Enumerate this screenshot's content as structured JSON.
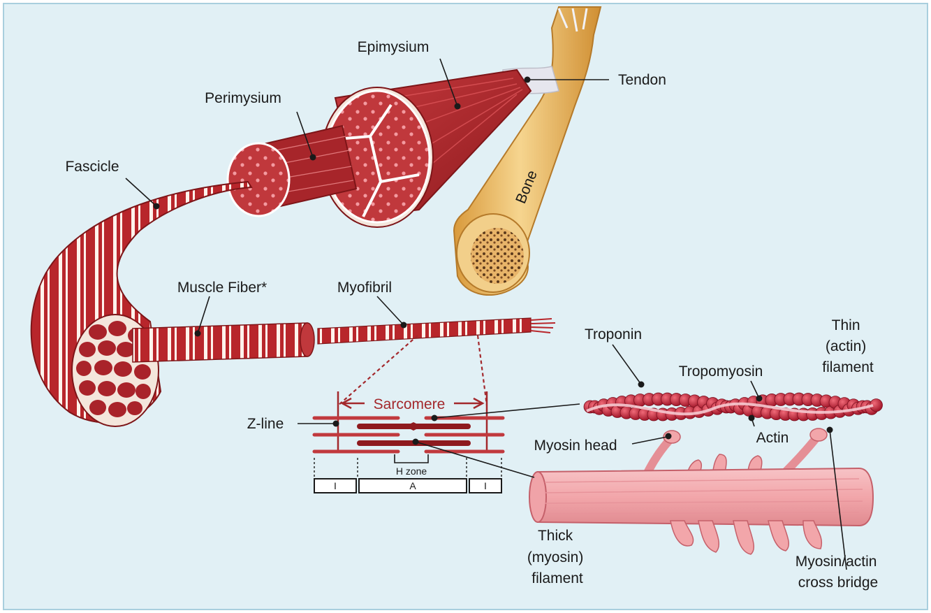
{
  "colors": {
    "background": "#e1f0f5",
    "border": "#a9cfde",
    "muscle": "#b5272d",
    "muscle_dark": "#7d1518",
    "muscle_light": "#e0777a",
    "bone": "#e8b35a",
    "bone_light": "#f6d58f",
    "filament_pink": "#f2a6aa",
    "actin_red": "#c8283a",
    "sarcomere_red": "#a3282c"
  },
  "labels": {
    "epimysium": "Epimysium",
    "tendon": "Tendon",
    "perimysium": "Perimysium",
    "fascicle": "Fascicle",
    "bone": "Bone",
    "muscle_fiber": "Muscle Fiber*",
    "myofibril": "Myofibril",
    "troponin": "Troponin",
    "thin_filament": [
      "Thin",
      "(actin)",
      "filament"
    ],
    "tropomyosin": "Tropomyosin",
    "sarcomere": "Sarcomere",
    "z_line": "Z-line",
    "myosin_head": "Myosin head",
    "actin": "Actin",
    "h_zone": "H zone",
    "band_i": "I",
    "band_a": "A",
    "thick_filament": [
      "Thick",
      "(myosin)",
      "filament"
    ],
    "cross_bridge": [
      "Myosin/actin",
      "cross bridge"
    ]
  }
}
